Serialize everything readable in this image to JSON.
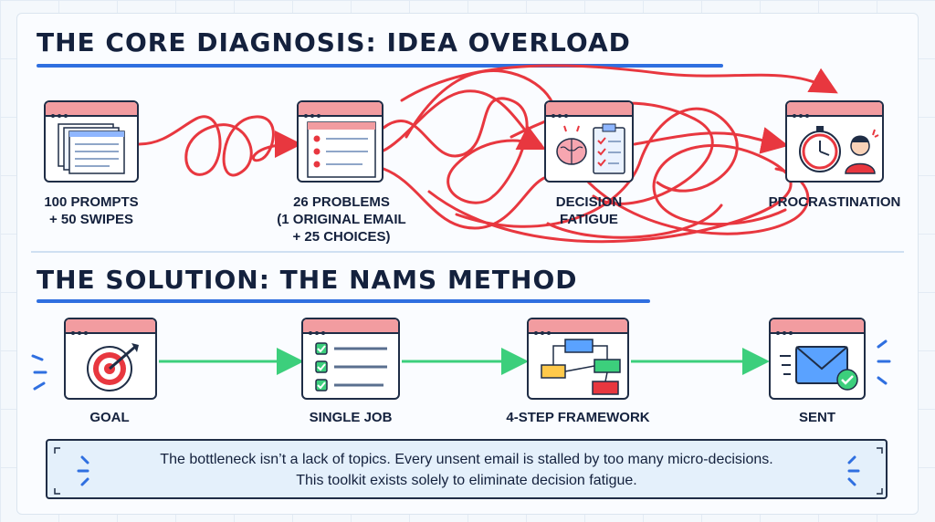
{
  "problem": {
    "title": "THE CORE DIAGNOSIS: IDEA OVERLOAD",
    "nodes": [
      {
        "id": "prompts",
        "lines": [
          "100 PROMPTS",
          "+ 50 SWIPES"
        ],
        "icon": "document-stack-icon"
      },
      {
        "id": "problems",
        "lines": [
          "26 PROBLEMS",
          "(1 ORIGINAL EMAIL",
          "+ 25 CHOICES)"
        ],
        "icon": "checklist-icon"
      },
      {
        "id": "fatigue",
        "lines": [
          "DECISION",
          "FATIGUE"
        ],
        "icon": "brain-clipboard-icon"
      },
      {
        "id": "procrastination",
        "lines": [
          "PROCRASTINATION"
        ],
        "icon": "stopwatch-person-icon"
      }
    ]
  },
  "solution": {
    "title": "THE SOLUTION: THE NAMS METHOD",
    "nodes": [
      {
        "id": "goal",
        "lines": [
          "GOAL"
        ],
        "icon": "target-icon"
      },
      {
        "id": "single-job",
        "lines": [
          "SINGLE JOB"
        ],
        "icon": "checklist-icon"
      },
      {
        "id": "framework",
        "lines": [
          "4-STEP FRAMEWORK"
        ],
        "icon": "flowchart-icon"
      },
      {
        "id": "sent",
        "lines": [
          "SENT"
        ],
        "icon": "envelope-check-icon"
      }
    ]
  },
  "note": {
    "line1": "The bottleneck isn’t a lack of topics. Every unsent email is stalled by too many micro-decisions.",
    "line2": "This toolkit exists solely to eliminate decision fatigue."
  },
  "colors": {
    "navy": "#14213d",
    "tangle_red": "#e8373f",
    "flow_green": "#3ccf7c",
    "accent_blue": "#2f6fe0",
    "card_header": "#f29ca0",
    "note_bg": "#e4f0fb"
  }
}
